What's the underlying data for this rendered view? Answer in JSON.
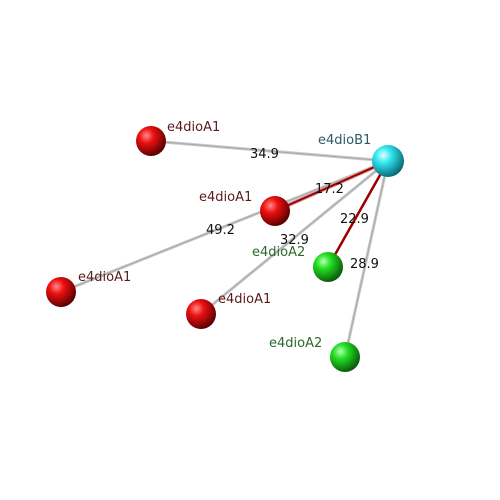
{
  "colors": {
    "red_atom": "#e00000",
    "green_atom": "#22e022",
    "cyan_atom": "#33e8f0",
    "red_label": "#5a1a1a",
    "green_label": "#2a6a2a",
    "cyan_label": "#2a5a6a",
    "bond_grey": "#c0c0c0",
    "bond_red": "#9a0000"
  },
  "atoms": [
    {
      "id": "b1",
      "label": "e4dioB1",
      "type": "cyan"
    },
    {
      "id": "a1_top",
      "label": "e4dioA1",
      "type": "red"
    },
    {
      "id": "a1_mid",
      "label": "e4dioA1",
      "type": "red"
    },
    {
      "id": "a1_left",
      "label": "e4dioA1",
      "type": "red"
    },
    {
      "id": "a1_low",
      "label": "e4dioA1",
      "type": "red"
    },
    {
      "id": "a2_mid",
      "label": "e4dioA2",
      "type": "green"
    },
    {
      "id": "a2_low",
      "label": "e4dioA2",
      "type": "green"
    }
  ],
  "bonds": [
    {
      "from": "b1",
      "to": "a1_top",
      "distance": "34.9",
      "style": "grey"
    },
    {
      "from": "b1",
      "to": "a1_mid",
      "distance": "17.2",
      "style": "red"
    },
    {
      "from": "b1",
      "to": "a1_left",
      "distance": "49.2",
      "style": "grey"
    },
    {
      "from": "b1",
      "to": "a1_low",
      "distance": "32.9",
      "style": "grey"
    },
    {
      "from": "b1",
      "to": "a2_mid",
      "distance": "22.9",
      "style": "red"
    },
    {
      "from": "b1",
      "to": "a2_low",
      "distance": "28.9",
      "style": "grey"
    }
  ]
}
